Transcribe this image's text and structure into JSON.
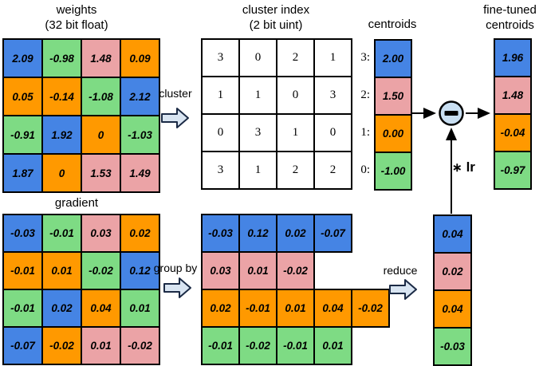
{
  "palette": {
    "blue": "#4584e4",
    "green": "#7edb84",
    "pink": "#eba3a6",
    "orange": "#ff9900",
    "arrow_fill": "#d9e5f2",
    "circle_fill": "#c9dff2"
  },
  "titles": {
    "weights_line1": "weights",
    "weights_line2": "(32 bit float)",
    "cluster_index_line1": "cluster index",
    "cluster_index_line2": "(2 bit uint)",
    "centroids": "centroids",
    "fine_tuned_line1": "fine-tuned",
    "fine_tuned_line2": "centroids",
    "gradient": "gradient"
  },
  "labels": {
    "cluster": "cluster",
    "group_by": "group by",
    "reduce": "reduce",
    "times_symbol": "∗",
    "lr": "lr",
    "minus_symbol": "−"
  },
  "weights": {
    "rows": [
      [
        {
          "v": "2.09",
          "c": "blue"
        },
        {
          "v": "-0.98",
          "c": "green"
        },
        {
          "v": "1.48",
          "c": "pink"
        },
        {
          "v": "0.09",
          "c": "orange"
        }
      ],
      [
        {
          "v": "0.05",
          "c": "orange"
        },
        {
          "v": "-0.14",
          "c": "orange"
        },
        {
          "v": "-1.08",
          "c": "green"
        },
        {
          "v": "2.12",
          "c": "blue"
        }
      ],
      [
        {
          "v": "-0.91",
          "c": "green"
        },
        {
          "v": "1.92",
          "c": "blue"
        },
        {
          "v": "0",
          "c": "orange"
        },
        {
          "v": "-1.03",
          "c": "green"
        }
      ],
      [
        {
          "v": "1.87",
          "c": "blue"
        },
        {
          "v": "0",
          "c": "orange"
        },
        {
          "v": "1.53",
          "c": "pink"
        },
        {
          "v": "1.49",
          "c": "pink"
        }
      ]
    ]
  },
  "cluster_index": {
    "rows": [
      [
        "3",
        "0",
        "2",
        "1"
      ],
      [
        "1",
        "1",
        "0",
        "3"
      ],
      [
        "0",
        "3",
        "1",
        "0"
      ],
      [
        "3",
        "1",
        "2",
        "2"
      ]
    ]
  },
  "centroids": {
    "row_labels": [
      "3:",
      "2:",
      "1:",
      "0:"
    ],
    "cells": [
      {
        "v": "2.00",
        "c": "blue"
      },
      {
        "v": "1.50",
        "c": "pink"
      },
      {
        "v": "0.00",
        "c": "orange"
      },
      {
        "v": "-1.00",
        "c": "green"
      }
    ]
  },
  "fine_tuned_centroids": {
    "cells": [
      {
        "v": "1.96",
        "c": "blue"
      },
      {
        "v": "1.48",
        "c": "pink"
      },
      {
        "v": "-0.04",
        "c": "orange"
      },
      {
        "v": "-0.97",
        "c": "green"
      }
    ]
  },
  "gradient": {
    "rows": [
      [
        {
          "v": "-0.03",
          "c": "blue"
        },
        {
          "v": "-0.01",
          "c": "green"
        },
        {
          "v": "0.03",
          "c": "pink"
        },
        {
          "v": "0.02",
          "c": "orange"
        }
      ],
      [
        {
          "v": "-0.01",
          "c": "orange"
        },
        {
          "v": "0.01",
          "c": "orange"
        },
        {
          "v": "-0.02",
          "c": "green"
        },
        {
          "v": "0.12",
          "c": "blue"
        }
      ],
      [
        {
          "v": "-0.01",
          "c": "green"
        },
        {
          "v": "0.02",
          "c": "blue"
        },
        {
          "v": "0.04",
          "c": "orange"
        },
        {
          "v": "0.01",
          "c": "green"
        }
      ],
      [
        {
          "v": "-0.07",
          "c": "blue"
        },
        {
          "v": "-0.02",
          "c": "orange"
        },
        {
          "v": "0.01",
          "c": "pink"
        },
        {
          "v": "-0.02",
          "c": "pink"
        }
      ]
    ]
  },
  "grouped_gradient": {
    "rows": [
      {
        "c": "blue",
        "values": [
          "-0.03",
          "0.12",
          "0.02",
          "-0.07"
        ]
      },
      {
        "c": "pink",
        "values": [
          "0.03",
          "0.01",
          "-0.02"
        ]
      },
      {
        "c": "orange",
        "values": [
          "0.02",
          "-0.01",
          "0.01",
          "0.04",
          "-0.02"
        ]
      },
      {
        "c": "green",
        "values": [
          "-0.01",
          "-0.02",
          "-0.01",
          "0.01"
        ]
      }
    ]
  },
  "reduced_gradient": {
    "cells": [
      {
        "v": "0.04",
        "c": "blue"
      },
      {
        "v": "0.02",
        "c": "pink"
      },
      {
        "v": "0.04",
        "c": "orange"
      },
      {
        "v": "-0.03",
        "c": "green"
      }
    ]
  }
}
